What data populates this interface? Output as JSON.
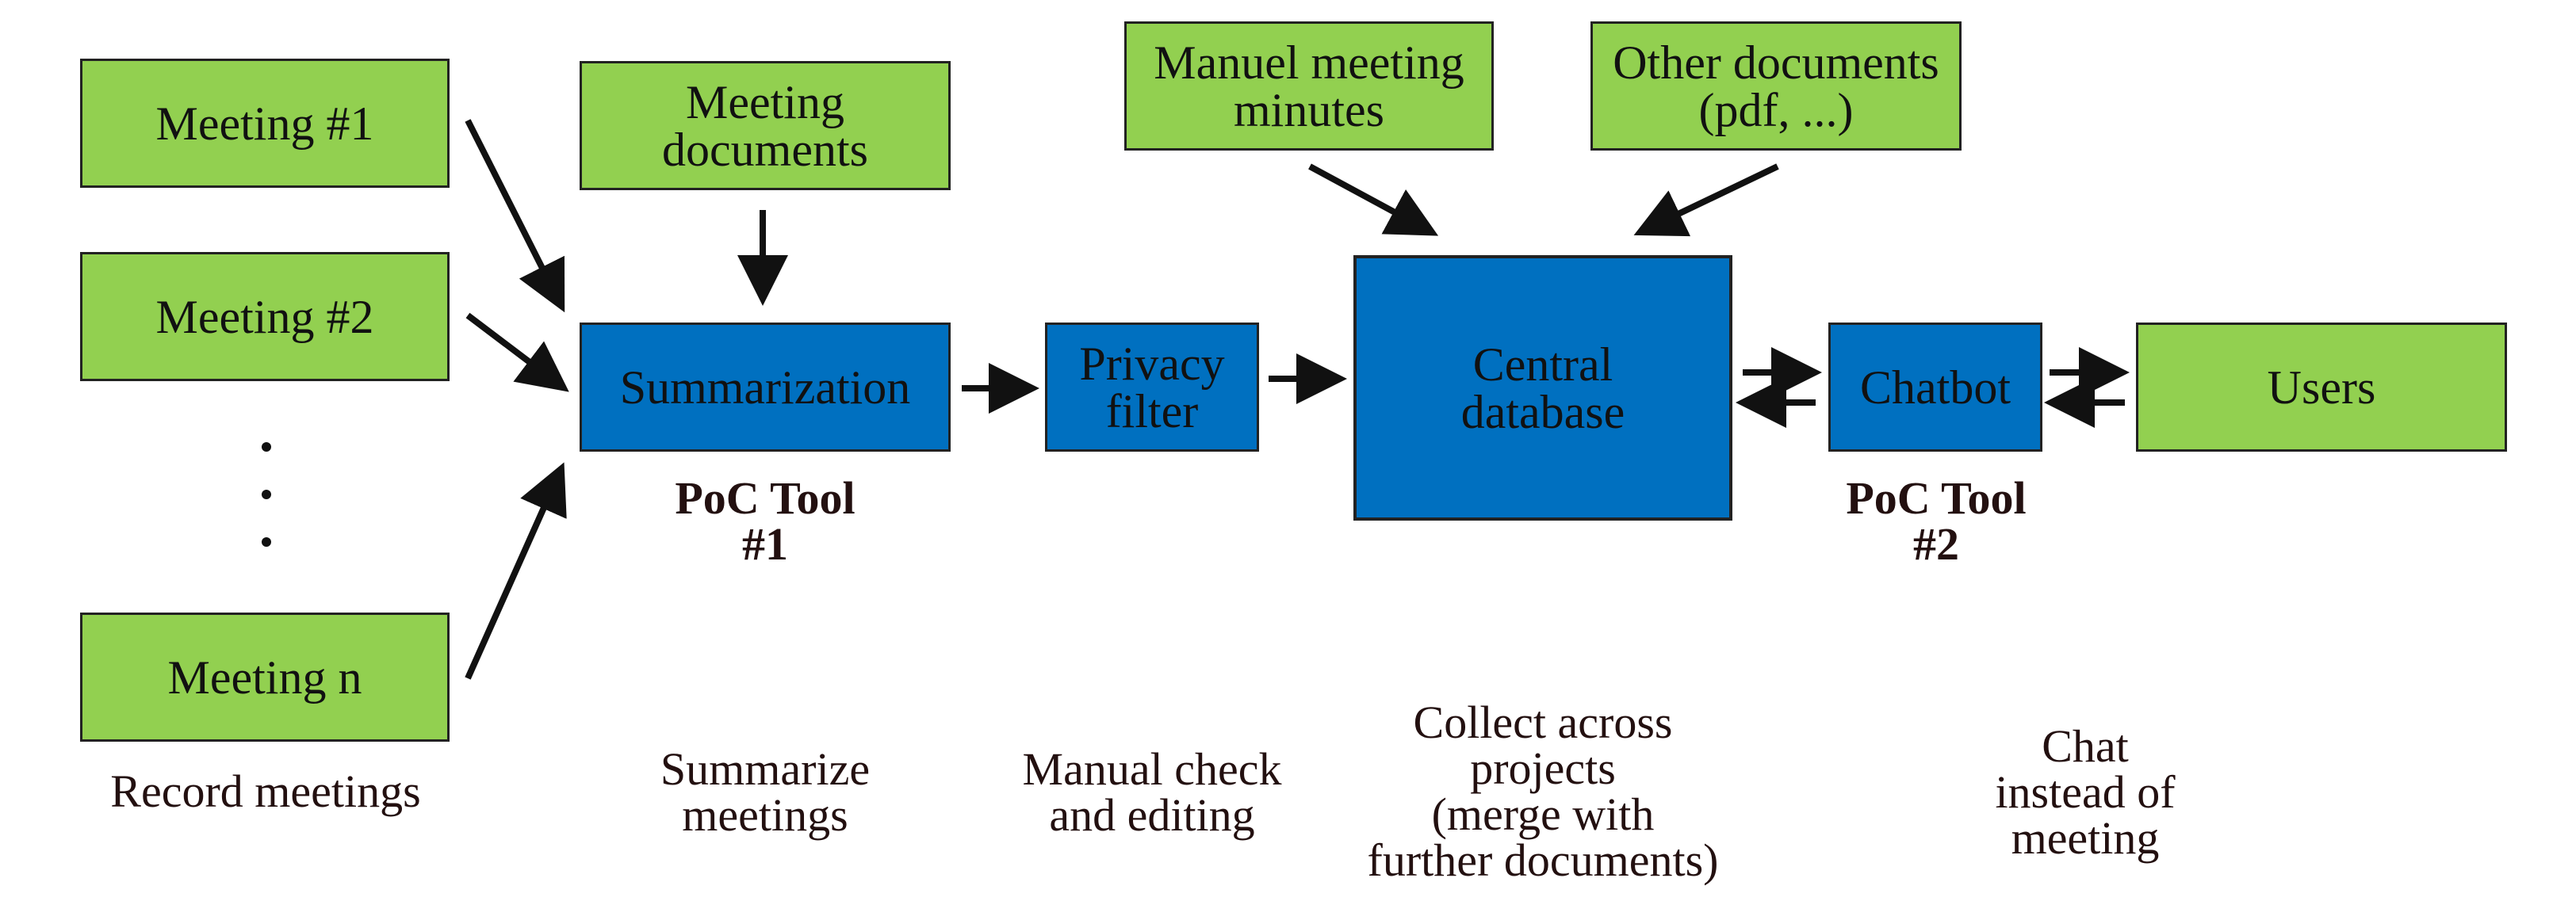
{
  "sources": {
    "meeting_1": "Meeting #1",
    "meeting_2": "Meeting #2",
    "meeting_n": "Meeting n",
    "meeting_documents": "Meeting\ndocuments",
    "manual_minutes": "Manuel meeting\nminutes",
    "other_documents": "Other documents\n(pdf, ...)"
  },
  "processes": {
    "summarization": "Summarization",
    "privacy_filter": "Privacy\nfilter",
    "central_database": "Central\ndatabase",
    "chatbot": "Chatbot",
    "users": "Users"
  },
  "tools": {
    "poc_1": "PoC Tool\n#1",
    "poc_2": "PoC Tool\n#2"
  },
  "captions": {
    "record": "Record meetings",
    "summarize": "Summarize\nmeetings",
    "manual_check": "Manual check\nand editing",
    "collect": "Collect across\nprojects\n(merge with\nfurther documents)",
    "chat": "Chat\ninstead of\nmeeting"
  },
  "colors": {
    "input_box": "#92d050",
    "process_box": "#0070c0",
    "arrow": "#111111"
  }
}
